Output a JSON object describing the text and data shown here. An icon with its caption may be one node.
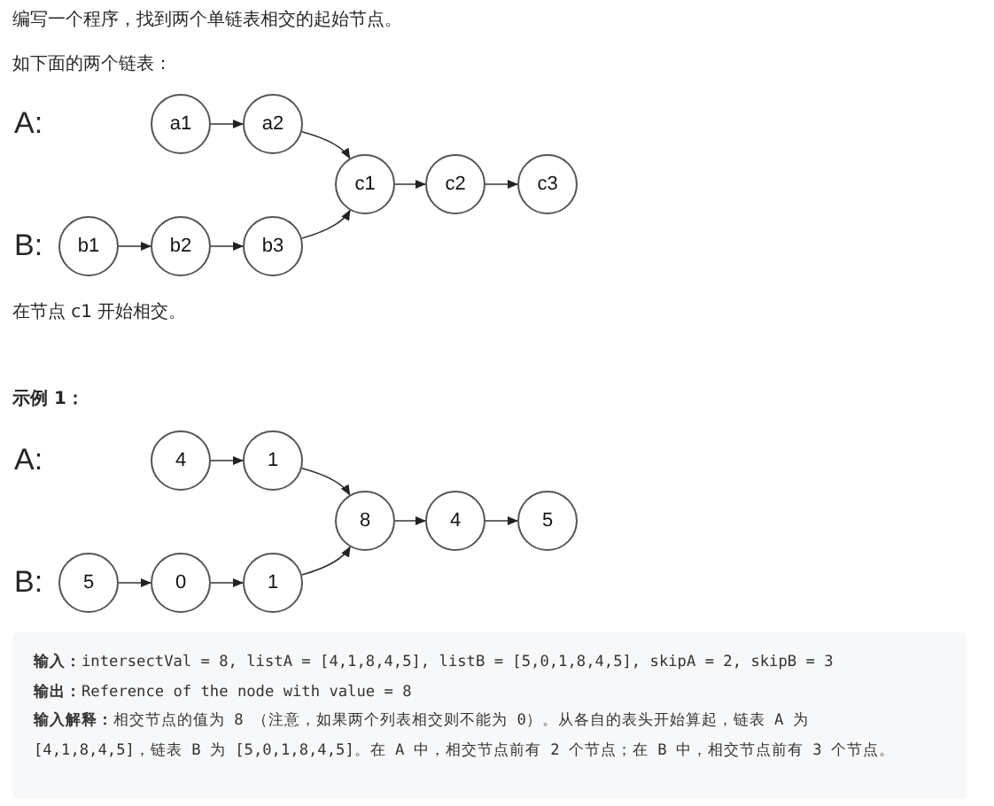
{
  "diagram": {
    "nodes": [
      {
        "text": [
          "a1"
        ]
      },
      {
        "text": [
          "a2"
        ]
      },
      {
        "text": [
          "c1"
        ]
      },
      {
        "text": [
          "c2"
        ]
      },
      {
        "text": [
          "c3"
        ]
      },
      {
        "text": [
          "b1"
        ]
      },
      {
        "text": [
          "b2"
        ]
      },
      {
        "text": [
          "b3"
        ]
      },
      {
        "text": [
          "4"
        ]
      },
      {
        "text": [
          "1"
        ]
      },
      {
        "text": [
          "8"
        ]
      },
      {
        "text": [
          "4"
        ]
      },
      {
        "text": [
          "5"
        ]
      },
      {
        "text": [
          "5"
        ]
      },
      {
        "text": [
          "0"
        ]
      },
      {
        "text": [
          "1"
        ]
      }
    ],
    "edges": [
      {
        "from": 0,
        "to": 1,
        "arrow": "to"
      },
      {
        "from": 1,
        "to": 2,
        "arrow": "to"
      },
      {
        "from": 2,
        "to": 3,
        "arrow": "to"
      },
      {
        "from": 3,
        "to": 4,
        "arrow": "to"
      },
      {
        "from": 5,
        "to": 6,
        "arrow": "to"
      },
      {
        "from": 6,
        "to": 7,
        "arrow": "to"
      },
      {
        "from": 7,
        "to": 2,
        "arrow": "to"
      },
      {
        "from": 8,
        "to": 9,
        "arrow": "to"
      },
      {
        "from": 9,
        "to": 10,
        "arrow": "to"
      },
      {
        "from": 10,
        "to": 11,
        "arrow": "to"
      },
      {
        "from": 11,
        "to": 12,
        "arrow": "to"
      },
      {
        "from": 13,
        "to": 14,
        "arrow": "to"
      },
      {
        "from": 14,
        "to": 15,
        "arrow": "to"
      },
      {
        "from": 15,
        "to": 10,
        "arrow": "to"
      }
    ],
    "labels": [
      "编写一个程序，找到两个单链表相交的起始节点。",
      "如下面的两个链表：",
      "A:",
      "B:",
      "在节点 c1 开始相交。",
      "示例 1：",
      "A:",
      "B:",
      "**输入：**intersectVal = 8, listA = [4,1,8,4,5], listB = [5,0,1,8,4,5], skipA = 2, skipB = 3",
      "**输出：**Reference of the node with value = 8",
      "**输入解释：**相交节点的值为 8 （注意，如果两个列表相交则不能为 0）。从各自的表头开始算起，链表 A 为 [4,1,8,4,5]，链表 B 为 [5,0,1,8,4,5]。在 A 中，相交节点前有 2 个节点；在 B 中，相交节点前有 3 个节点。"
    ]
  }
}
